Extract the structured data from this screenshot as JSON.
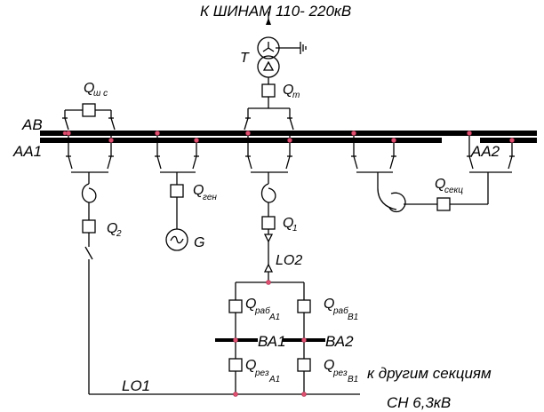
{
  "title": "К ШИНАМ 110- 220кВ",
  "buses": {
    "ab": "АВ",
    "aa1": "АА1",
    "aa2": "АА2",
    "ba1": "ВА1",
    "ba2": "ВА2"
  },
  "transformer_label": "Т",
  "breakers": {
    "q_t": {
      "main": "Q",
      "sub": "т"
    },
    "q_shs": {
      "main": "Q",
      "sub": "ш с"
    },
    "q2": {
      "main": "Q",
      "sub": "2"
    },
    "q_gen": {
      "main": "Q",
      "sub": "ген"
    },
    "q1": {
      "main": "Q",
      "sub": "1"
    },
    "q_sekc": {
      "main": "Q",
      "sub": "секц"
    },
    "q_rab_a1": {
      "main": "Q",
      "sub": "раб",
      "sub2": "А1"
    },
    "q_rab_v1": {
      "main": "Q",
      "sub": "раб",
      "sub2": "В1"
    },
    "q_rez_a1": {
      "main": "Q",
      "sub": "рез",
      "sub2": "А1"
    },
    "q_rez_v1": {
      "main": "Q",
      "sub": "рез",
      "sub2": "В1"
    }
  },
  "generator_label": "G",
  "lines": {
    "lo1": "LO1",
    "lo2": "LO2"
  },
  "notes": {
    "other_sections": "к другим секциям",
    "sn": "СН 6,3кВ"
  }
}
